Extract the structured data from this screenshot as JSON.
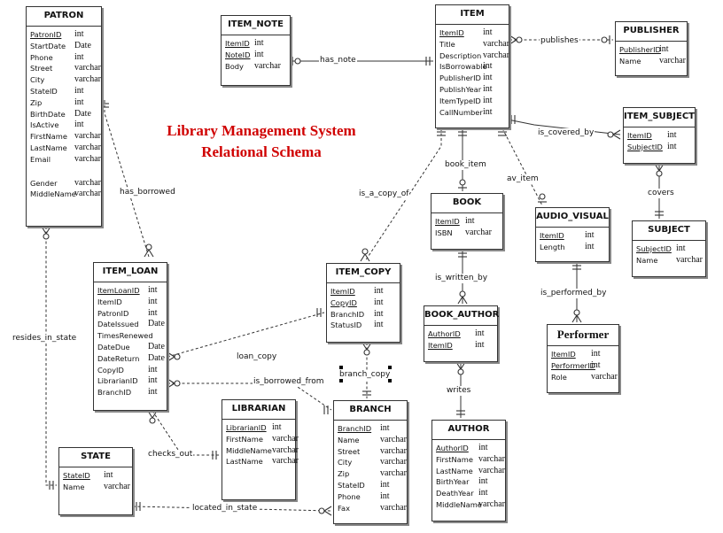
{
  "title": {
    "line1": "Library Management System",
    "line2": "Relational Schema"
  },
  "entities": [
    {
      "name": "PATRON",
      "attributes": [
        {
          "name": "PatronID",
          "type": "int",
          "pk": true
        },
        {
          "name": "StartDate",
          "type": "Date"
        },
        {
          "name": "Phone",
          "type": "int"
        },
        {
          "name": "Street",
          "type": "varchar"
        },
        {
          "name": "City",
          "type": "varchar"
        },
        {
          "name": "StateID",
          "type": "int"
        },
        {
          "name": "Zip",
          "type": "int"
        },
        {
          "name": "BirthDate",
          "type": "Date"
        },
        {
          "name": "IsActive",
          "type": "int"
        },
        {
          "name": "FirstName",
          "type": "varchar"
        },
        {
          "name": "LastName",
          "type": "varchar"
        },
        {
          "name": "Email",
          "type": "varchar"
        },
        {
          "name": "Gender",
          "type": "varchar"
        },
        {
          "name": "MiddleName",
          "type": "varchar"
        }
      ]
    },
    {
      "name": "ITEM_NOTE",
      "attributes": [
        {
          "name": "ItemID",
          "type": "int",
          "pk": true
        },
        {
          "name": "NoteID",
          "type": "int",
          "pk": true
        },
        {
          "name": "Body",
          "type": "varchar"
        }
      ]
    },
    {
      "name": "ITEM",
      "attributes": [
        {
          "name": "ItemID",
          "type": "int",
          "pk": true
        },
        {
          "name": "Title",
          "type": "varchar"
        },
        {
          "name": "Description",
          "type": "varchar"
        },
        {
          "name": "IsBorrowable",
          "type": "int"
        },
        {
          "name": "PublisherID",
          "type": "int"
        },
        {
          "name": "PublishYear",
          "type": "int"
        },
        {
          "name": "ItemTypeID",
          "type": "int"
        },
        {
          "name": "CallNumber",
          "type": "int"
        }
      ]
    },
    {
      "name": "PUBLISHER",
      "attributes": [
        {
          "name": "PublisherID",
          "type": "int",
          "pk": true
        },
        {
          "name": "Name",
          "type": "varchar"
        }
      ]
    },
    {
      "name": "ITEM_SUBJECT",
      "attributes": [
        {
          "name": "ItemID",
          "type": "int",
          "pk": true
        },
        {
          "name": "SubjectID",
          "type": "int",
          "pk": true
        }
      ]
    },
    {
      "name": "SUBJECT",
      "attributes": [
        {
          "name": "SubjectID",
          "type": "int",
          "pk": true
        },
        {
          "name": "Name",
          "type": "varchar"
        }
      ]
    },
    {
      "name": "BOOK",
      "attributes": [
        {
          "name": "ItemID",
          "type": "int",
          "pk": true
        },
        {
          "name": "ISBN",
          "type": "varchar"
        }
      ]
    },
    {
      "name": "AUDIO_VISUAL",
      "attributes": [
        {
          "name": "ItemID",
          "type": "int",
          "pk": true
        },
        {
          "name": "Length",
          "type": "int"
        }
      ]
    },
    {
      "name": "ITEM_LOAN",
      "attributes": [
        {
          "name": "ItemLoanID",
          "type": "int",
          "pk": true
        },
        {
          "name": "ItemID",
          "type": "int"
        },
        {
          "name": "PatronID",
          "type": "int"
        },
        {
          "name": "DateIssued",
          "type": "Date"
        },
        {
          "name": "TimesRenewed",
          "type": ""
        },
        {
          "name": "DateDue",
          "type": "Date"
        },
        {
          "name": "DateReturn",
          "type": "Date"
        },
        {
          "name": "CopyID",
          "type": "int"
        },
        {
          "name": "LibrarianID",
          "type": "int"
        },
        {
          "name": "BranchID",
          "type": "int"
        }
      ]
    },
    {
      "name": "ITEM_COPY",
      "attributes": [
        {
          "name": "ItemID",
          "type": "int",
          "pk": true
        },
        {
          "name": "CopyID",
          "type": "int",
          "pk": true
        },
        {
          "name": "BranchID",
          "type": "int"
        },
        {
          "name": "StatusID",
          "type": "int"
        }
      ]
    },
    {
      "name": "BOOK_AUTHOR",
      "attributes": [
        {
          "name": "AuthorID",
          "type": "int",
          "pk": true
        },
        {
          "name": "ItemID",
          "type": "int",
          "pk": true
        }
      ]
    },
    {
      "name": "Performer",
      "attributes": [
        {
          "name": "ItemID",
          "type": "int",
          "pk": true
        },
        {
          "name": "PerformerID",
          "type": "int",
          "pk": true
        },
        {
          "name": "Role",
          "type": "varchar"
        }
      ]
    },
    {
      "name": "LIBRARIAN",
      "attributes": [
        {
          "name": "LibrarianID",
          "type": "int",
          "pk": true
        },
        {
          "name": "FirstName",
          "type": "varchar"
        },
        {
          "name": "MiddleName",
          "type": "varchar"
        },
        {
          "name": "LastName",
          "type": "varchar"
        }
      ]
    },
    {
      "name": "BRANCH",
      "attributes": [
        {
          "name": "BranchID",
          "type": "int",
          "pk": true
        },
        {
          "name": "Name",
          "type": "varchar"
        },
        {
          "name": "Street",
          "type": "varchar"
        },
        {
          "name": "City",
          "type": "varchar"
        },
        {
          "name": "Zip",
          "type": "varchar"
        },
        {
          "name": "StateID",
          "type": "int"
        },
        {
          "name": "Phone",
          "type": "int"
        },
        {
          "name": "Fax",
          "type": "varchar"
        }
      ]
    },
    {
      "name": "AUTHOR",
      "attributes": [
        {
          "name": "AuthorID",
          "type": "int",
          "pk": true
        },
        {
          "name": "FirstName",
          "type": "varchar"
        },
        {
          "name": "LastName",
          "type": "varchar"
        },
        {
          "name": "BirthYear",
          "type": "int"
        },
        {
          "name": "DeathYear",
          "type": "int"
        },
        {
          "name": "MiddleName",
          "type": "varchar"
        }
      ]
    },
    {
      "name": "STATE",
      "attributes": [
        {
          "name": "StateID",
          "type": "int",
          "pk": true
        },
        {
          "name": "Name",
          "type": "varchar"
        }
      ]
    }
  ],
  "relationships": [
    {
      "label": "has_note",
      "from": "ITEM_NOTE",
      "to": "ITEM",
      "identifying": true
    },
    {
      "label": "publishes",
      "from": "ITEM",
      "to": "PUBLISHER",
      "identifying": false
    },
    {
      "label": "is_covered_by",
      "from": "ITEM",
      "to": "ITEM_SUBJECT",
      "identifying": true
    },
    {
      "label": "covers",
      "from": "ITEM_SUBJECT",
      "to": "SUBJECT",
      "identifying": true
    },
    {
      "label": "book_item",
      "from": "ITEM",
      "to": "BOOK",
      "identifying": true
    },
    {
      "label": "av_item",
      "from": "ITEM",
      "to": "AUDIO_VISUAL",
      "identifying": false
    },
    {
      "label": "is_a_copy_of",
      "from": "ITEM",
      "to": "ITEM_COPY",
      "identifying": false
    },
    {
      "label": "is_written_by",
      "from": "BOOK",
      "to": "BOOK_AUTHOR",
      "identifying": true
    },
    {
      "label": "writes",
      "from": "AUTHOR",
      "to": "BOOK_AUTHOR",
      "identifying": true
    },
    {
      "label": "is_performed_by",
      "from": "AUDIO_VISUAL",
      "to": "Performer",
      "identifying": true
    },
    {
      "label": "has_borrowed",
      "from": "PATRON",
      "to": "ITEM_LOAN",
      "identifying": false
    },
    {
      "label": "resides_in_state",
      "from": "PATRON",
      "to": "STATE",
      "identifying": false
    },
    {
      "label": "loan_copy",
      "from": "ITEM_LOAN",
      "to": "ITEM_COPY",
      "identifying": false
    },
    {
      "label": "is_borrowed_from",
      "from": "ITEM_LOAN",
      "to": "BRANCH",
      "identifying": false
    },
    {
      "label": "branch_copy",
      "from": "ITEM_COPY",
      "to": "BRANCH",
      "identifying": false
    },
    {
      "label": "checks_out",
      "from": "ITEM_LOAN",
      "to": "LIBRARIAN",
      "identifying": false
    },
    {
      "label": "located_in_state",
      "from": "STATE",
      "to": "BRANCH",
      "identifying": false
    }
  ],
  "colors": {
    "title": "#d00000",
    "line": "#333333",
    "border": "#333333"
  }
}
